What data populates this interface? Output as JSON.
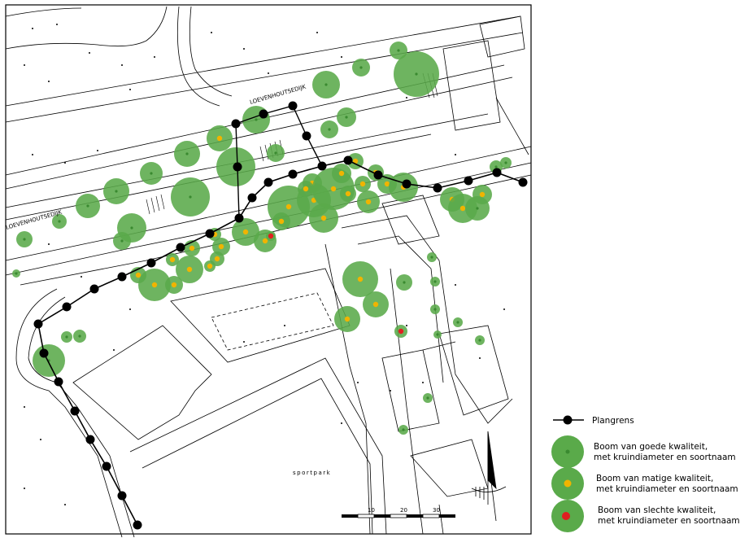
{
  "map": {
    "street_labels": [
      "LOEVENHOUTSEDIJK",
      "LOEVENHOUTSEDIJK"
    ],
    "area_label": "sportpark",
    "scale_bar": {
      "ticks": [
        "10",
        "20",
        "30"
      ]
    }
  },
  "legend": {
    "boundary": {
      "label": "Plangrens"
    },
    "items": [
      {
        "line1": "Boom van goede kwaliteit,",
        "line2": "met kruindiameter en soortnaam",
        "quality": "goed",
        "color": "#f0c020"
      },
      {
        "line1": "Boom van matige kwaliteit,",
        "line2": "met kruindiameter en soortnaam",
        "quality": "matig",
        "color": "#f0b400"
      },
      {
        "line1": "Boom van slechte kwaliteit,",
        "line2": "met kruindiameter en soortnaam",
        "quality": "slecht",
        "color": "#e02020"
      }
    ]
  },
  "colors": {
    "crown": "#5aaa4a",
    "good": "#3a8a30",
    "moderate": "#f0b400",
    "poor": "#e02020",
    "boundary": "#000000"
  }
}
